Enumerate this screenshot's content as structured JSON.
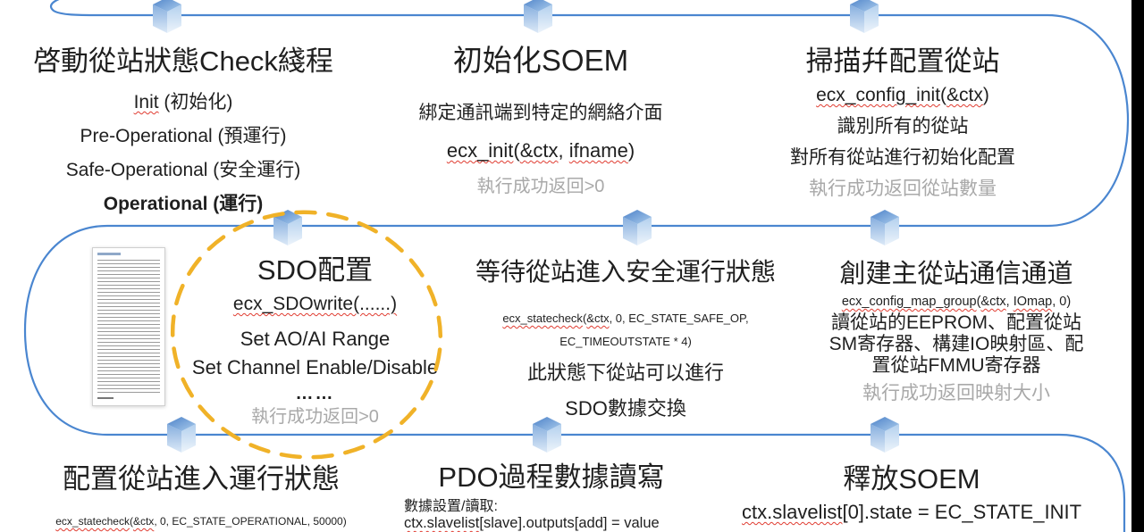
{
  "colors": {
    "flow_line": "#4a86d0",
    "cube_dark": "#4d82c8",
    "cube_mid": "#86aede",
    "cube_light": "#a9cbec",
    "ellipse": "#f0b228",
    "text": "#1f1f1f",
    "muted": "#a9a9a9",
    "squiggle": "#e03c31",
    "right_bar": "#000000"
  },
  "icons": {
    "cube": "isometric-cube-marker",
    "document": "document-page-thumbnail",
    "ellipse": "dashed-highlight-ellipse"
  },
  "blocks": {
    "top_left": {
      "title": "啓動從站狀態Check綫程",
      "state1_pre": "Init",
      "state1_post": " (初始化)",
      "state2": "Pre-Operational (預運行)",
      "state3": "Safe-Operational (安全運行)",
      "state4": "Operational (運行)"
    },
    "top_center": {
      "title": "初始化SOEM",
      "desc": "綁定通訊端到特定的網絡介面",
      "code": [
        {
          "text": "ecx_init"
        },
        {
          "text": "("
        },
        {
          "text": "&ctx"
        },
        {
          "text": ", "
        },
        {
          "text": "ifname"
        },
        {
          "text": ")"
        }
      ],
      "result": "執行成功返回>0"
    },
    "top_right": {
      "title": "掃描幷配置從站",
      "code": [
        {
          "text": "ecx_config_init"
        },
        {
          "text": "("
        },
        {
          "text": "&ctx"
        },
        {
          "text": ")"
        }
      ],
      "desc1": "識別所有的從站",
      "desc2": "對所有從站進行初始化配置",
      "result": "執行成功返回從站數量"
    },
    "mid_left": {
      "title": "SDO配置",
      "code": [
        {
          "text": "ecx_SDOwrite(......)"
        }
      ],
      "line1": "Set AO/AI Range",
      "line2": "Set Channel Enable/Disable",
      "dots": "……",
      "result": "執行成功返回>0"
    },
    "mid_center": {
      "title": "等待從站進入安全運行狀態",
      "code_line1": [
        {
          "text": "ecx_statecheck"
        },
        {
          "text": "("
        },
        {
          "text": "&ctx"
        },
        {
          "text": ", 0, EC_STATE_SAFE_OP,"
        }
      ],
      "code_line2": "EC_TIMEOUTSTATE * 4)",
      "desc1": "此狀態下從站可以進行",
      "desc2": "SDO數據交換"
    },
    "mid_right": {
      "title": "創建主從站通信通道",
      "code": [
        {
          "text": "ecx_config_map_group"
        },
        {
          "text": "("
        },
        {
          "text": "&ctx"
        },
        {
          "text": ", "
        },
        {
          "text": "IOmap"
        },
        {
          "text": ", 0)"
        }
      ],
      "desc1": "讀從站的EEPROM、配置從站",
      "desc2": "SM寄存器、構建IO映射區、配",
      "desc3": "置從站FMMU寄存器",
      "result": "執行成功返回映射大小"
    },
    "bottom_left": {
      "title": "配置從站進入運行狀態",
      "code": [
        {
          "text": "ecx_statecheck"
        },
        {
          "text": "("
        },
        {
          "text": "&ctx"
        },
        {
          "text": ", 0, EC_STATE_OPERATIONAL, 50000)"
        }
      ]
    },
    "bottom_center": {
      "title": "PDO過程數據讀寫",
      "label": "數據設置/讀取:",
      "code": [
        {
          "text": "ctx.slavelist"
        },
        {
          "text": "[slave].outputs[add] = value"
        }
      ]
    },
    "bottom_right": {
      "title": "釋放SOEM",
      "code": [
        {
          "text": "ctx.slavelist"
        },
        {
          "text": "[0].state = EC_STATE_INIT"
        }
      ]
    }
  }
}
